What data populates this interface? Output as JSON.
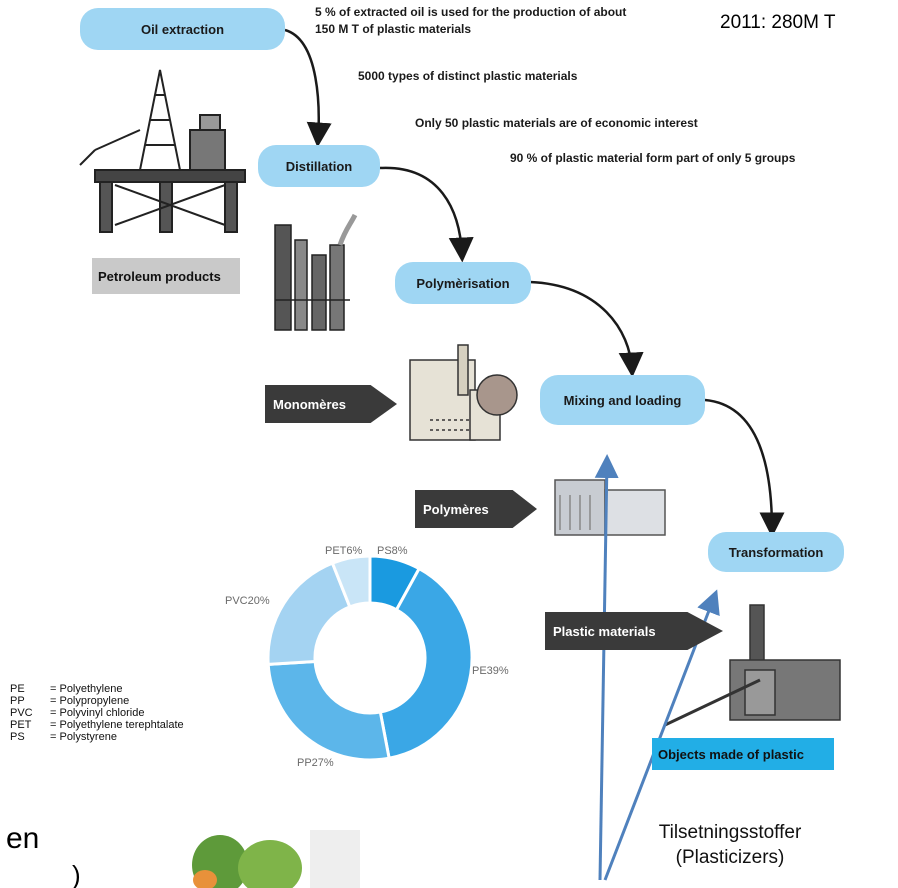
{
  "nodes": {
    "oil_extraction": "Oil extraction",
    "distillation": "Distillation",
    "polymerisation": "Polymèrisation",
    "mixing": "Mixing and loading",
    "transformation": "Transformation"
  },
  "facts": {
    "f1_line1": "5 % of extracted oil is used for the production of about",
    "f1_line2": "150 M T of plastic materials",
    "f1_year": "2011: 280M T",
    "f2": "5000 types of distinct plastic materials",
    "f3": "Only 50 plastic materials are of economic interest",
    "f4": "90 % of plastic material form part of only 5 groups"
  },
  "labels": {
    "petroleum": "Petroleum products",
    "monomeres": "Monomères",
    "polymeres": "Polymères",
    "plastic_materials": "Plastic materials",
    "objects": "Objects made of plastic"
  },
  "legend": [
    {
      "abbr": "PE",
      "name": "= Polyethylene"
    },
    {
      "abbr": "PP",
      "name": "= Polypropylene"
    },
    {
      "abbr": "PVC",
      "name": "= Polyvinyl chloride"
    },
    {
      "abbr": "PET",
      "name": "= Polyethylene terephtalate"
    },
    {
      "abbr": "PS",
      "name": "= Polystyrene"
    }
  ],
  "chart_data": {
    "type": "pie",
    "donut": true,
    "slices": [
      {
        "label": "PS8%",
        "value": 8,
        "color": "#1a9ae0"
      },
      {
        "label": "PE39%",
        "value": 39,
        "color": "#3aa7e6"
      },
      {
        "label": "PP27%",
        "value": 27,
        "color": "#5cb6ea"
      },
      {
        "label": "PVC20%",
        "value": 20,
        "color": "#a4d3f2"
      },
      {
        "label": "PET6%",
        "value": 6,
        "color": "#c9e5f7"
      }
    ]
  },
  "annotation": {
    "line1": "Tilsetningsstoffer",
    "line2": "(Plasticizers)"
  },
  "cropped_text": {
    "en": "en",
    "paren": ")"
  },
  "colors": {
    "node_fill": "#9fd6f3",
    "arrow_blue": "#4f81bd",
    "dark_arrow": "#3a3a3a",
    "objects_fill": "#22aee6",
    "petroleum_fill": "#c9c9c9"
  }
}
